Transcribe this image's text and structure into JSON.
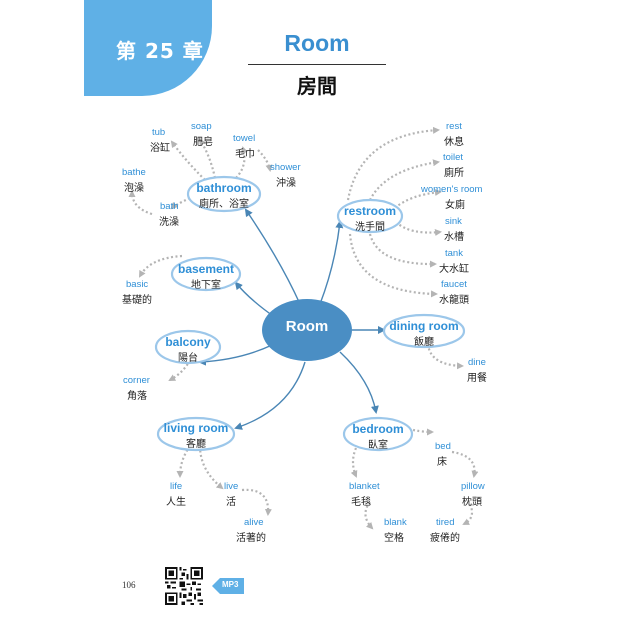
{
  "chapter": {
    "label": "第 25 章"
  },
  "title": {
    "en": "Room",
    "zh": "房間"
  },
  "center": {
    "label": "Room"
  },
  "nodes": {
    "bathroom": {
      "en": "bathroom",
      "zh": "廁所、浴室"
    },
    "basement": {
      "en": "basement",
      "zh": "地下室"
    },
    "balcony": {
      "en": "balcony",
      "zh": "陽台"
    },
    "living_room": {
      "en": "living room",
      "zh": "客廳"
    },
    "restroom": {
      "en": "restroom",
      "zh": "洗手間"
    },
    "dining_room": {
      "en": "dining room",
      "zh": "飯廳"
    },
    "bedroom": {
      "en": "bedroom",
      "zh": "臥室"
    }
  },
  "leaves": {
    "tub": {
      "en": "tub",
      "zh": "浴缸"
    },
    "soap": {
      "en": "soap",
      "zh": "肥皂"
    },
    "towel": {
      "en": "towel",
      "zh": "毛巾"
    },
    "shower": {
      "en": "shower",
      "zh": "沖澡"
    },
    "bathe": {
      "en": "bathe",
      "zh": "泡澡"
    },
    "bath": {
      "en": "bath",
      "zh": "洗澡"
    },
    "basic": {
      "en": "basic",
      "zh": "基礎的"
    },
    "corner": {
      "en": "corner",
      "zh": "角落"
    },
    "life": {
      "en": "life",
      "zh": "人生"
    },
    "live": {
      "en": "live",
      "zh": "活"
    },
    "alive": {
      "en": "alive",
      "zh": "活著的"
    },
    "rest": {
      "en": "rest",
      "zh": "休息"
    },
    "toilet": {
      "en": "toilet",
      "zh": "廁所"
    },
    "womens_room": {
      "en": "women's room",
      "zh": "女廁"
    },
    "sink": {
      "en": "sink",
      "zh": "水槽"
    },
    "tank": {
      "en": "tank",
      "zh": "大水缸"
    },
    "faucet": {
      "en": "faucet",
      "zh": "水龍頭"
    },
    "dine": {
      "en": "dine",
      "zh": "用餐"
    },
    "bed": {
      "en": "bed",
      "zh": "床"
    },
    "pillow": {
      "en": "pillow",
      "zh": "枕頭"
    },
    "blanket": {
      "en": "blanket",
      "zh": "毛毯"
    },
    "blank": {
      "en": "blank",
      "zh": "空格"
    },
    "tired": {
      "en": "tired",
      "zh": "疲倦的"
    }
  },
  "footer": {
    "page_number": "106",
    "audio_label": "MP3"
  },
  "colors": {
    "accent": "#5fb0e6",
    "node_text": "#2f8fd6",
    "center_fill": "#4a8ec4",
    "main_arrow": "#4a86b5",
    "dotted_arrow": "#b4b4b4"
  }
}
